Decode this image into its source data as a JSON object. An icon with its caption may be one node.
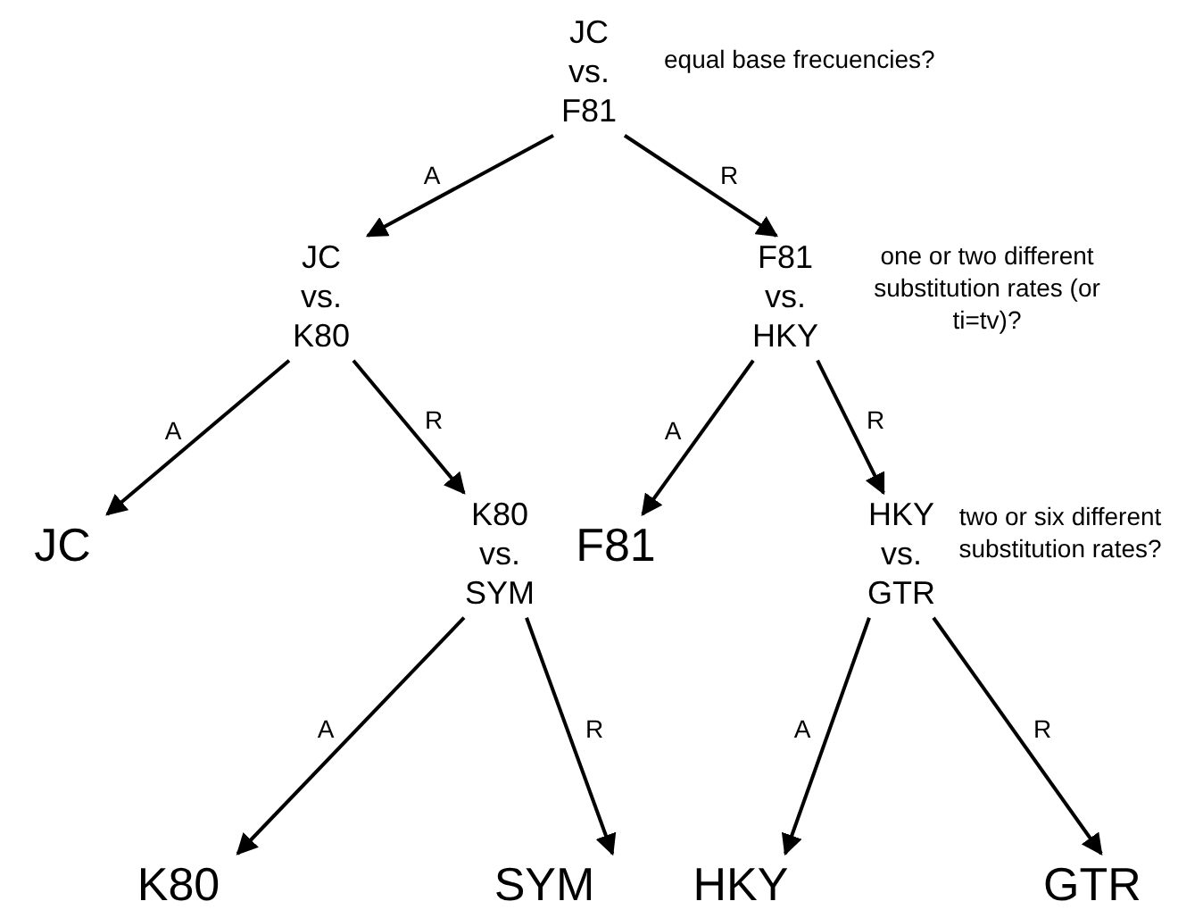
{
  "diagram": {
    "nodes": [
      {
        "text": [
          "JC vs. F81"
        ],
        "beside": [
          "equal base frecuencies?"
        ]
      },
      {
        "text": [
          "JC vs. K80"
        ]
      },
      {
        "text": [
          "F81 vs. HKY"
        ],
        "beside": [
          "one or two different substitution rates (or ti=tv)?"
        ]
      },
      {
        "text": [
          "JC"
        ]
      },
      {
        "text": [
          "K80 vs. SYM"
        ]
      },
      {
        "text": [
          "F81"
        ]
      },
      {
        "text": [
          "HKY vs. GTR"
        ],
        "beside": [
          "two or six different substitution rates?"
        ]
      },
      {
        "text": [
          "K80"
        ]
      },
      {
        "text": [
          "SYM"
        ]
      },
      {
        "text": [
          "HKY"
        ]
      },
      {
        "text": [
          "GTR"
        ]
      }
    ],
    "edges": [
      {
        "from": 0,
        "to": 1,
        "arrow": "to",
        "label": "A"
      },
      {
        "from": 0,
        "to": 2,
        "arrow": "to",
        "label": "R"
      },
      {
        "from": 1,
        "to": 3,
        "arrow": "to",
        "label": "A"
      },
      {
        "from": 1,
        "to": 4,
        "arrow": "to",
        "label": "R"
      },
      {
        "from": 2,
        "to": 5,
        "arrow": "to",
        "label": "A"
      },
      {
        "from": 2,
        "to": 6,
        "arrow": "to",
        "label": "R"
      },
      {
        "from": 4,
        "to": 7,
        "arrow": "to",
        "label": "A"
      },
      {
        "from": 4,
        "to": 8,
        "arrow": "to",
        "label": "R"
      },
      {
        "from": 6,
        "to": 9,
        "arrow": "to",
        "label": "A"
      },
      {
        "from": 6,
        "to": 10,
        "arrow": "to",
        "label": "R"
      }
    ]
  }
}
